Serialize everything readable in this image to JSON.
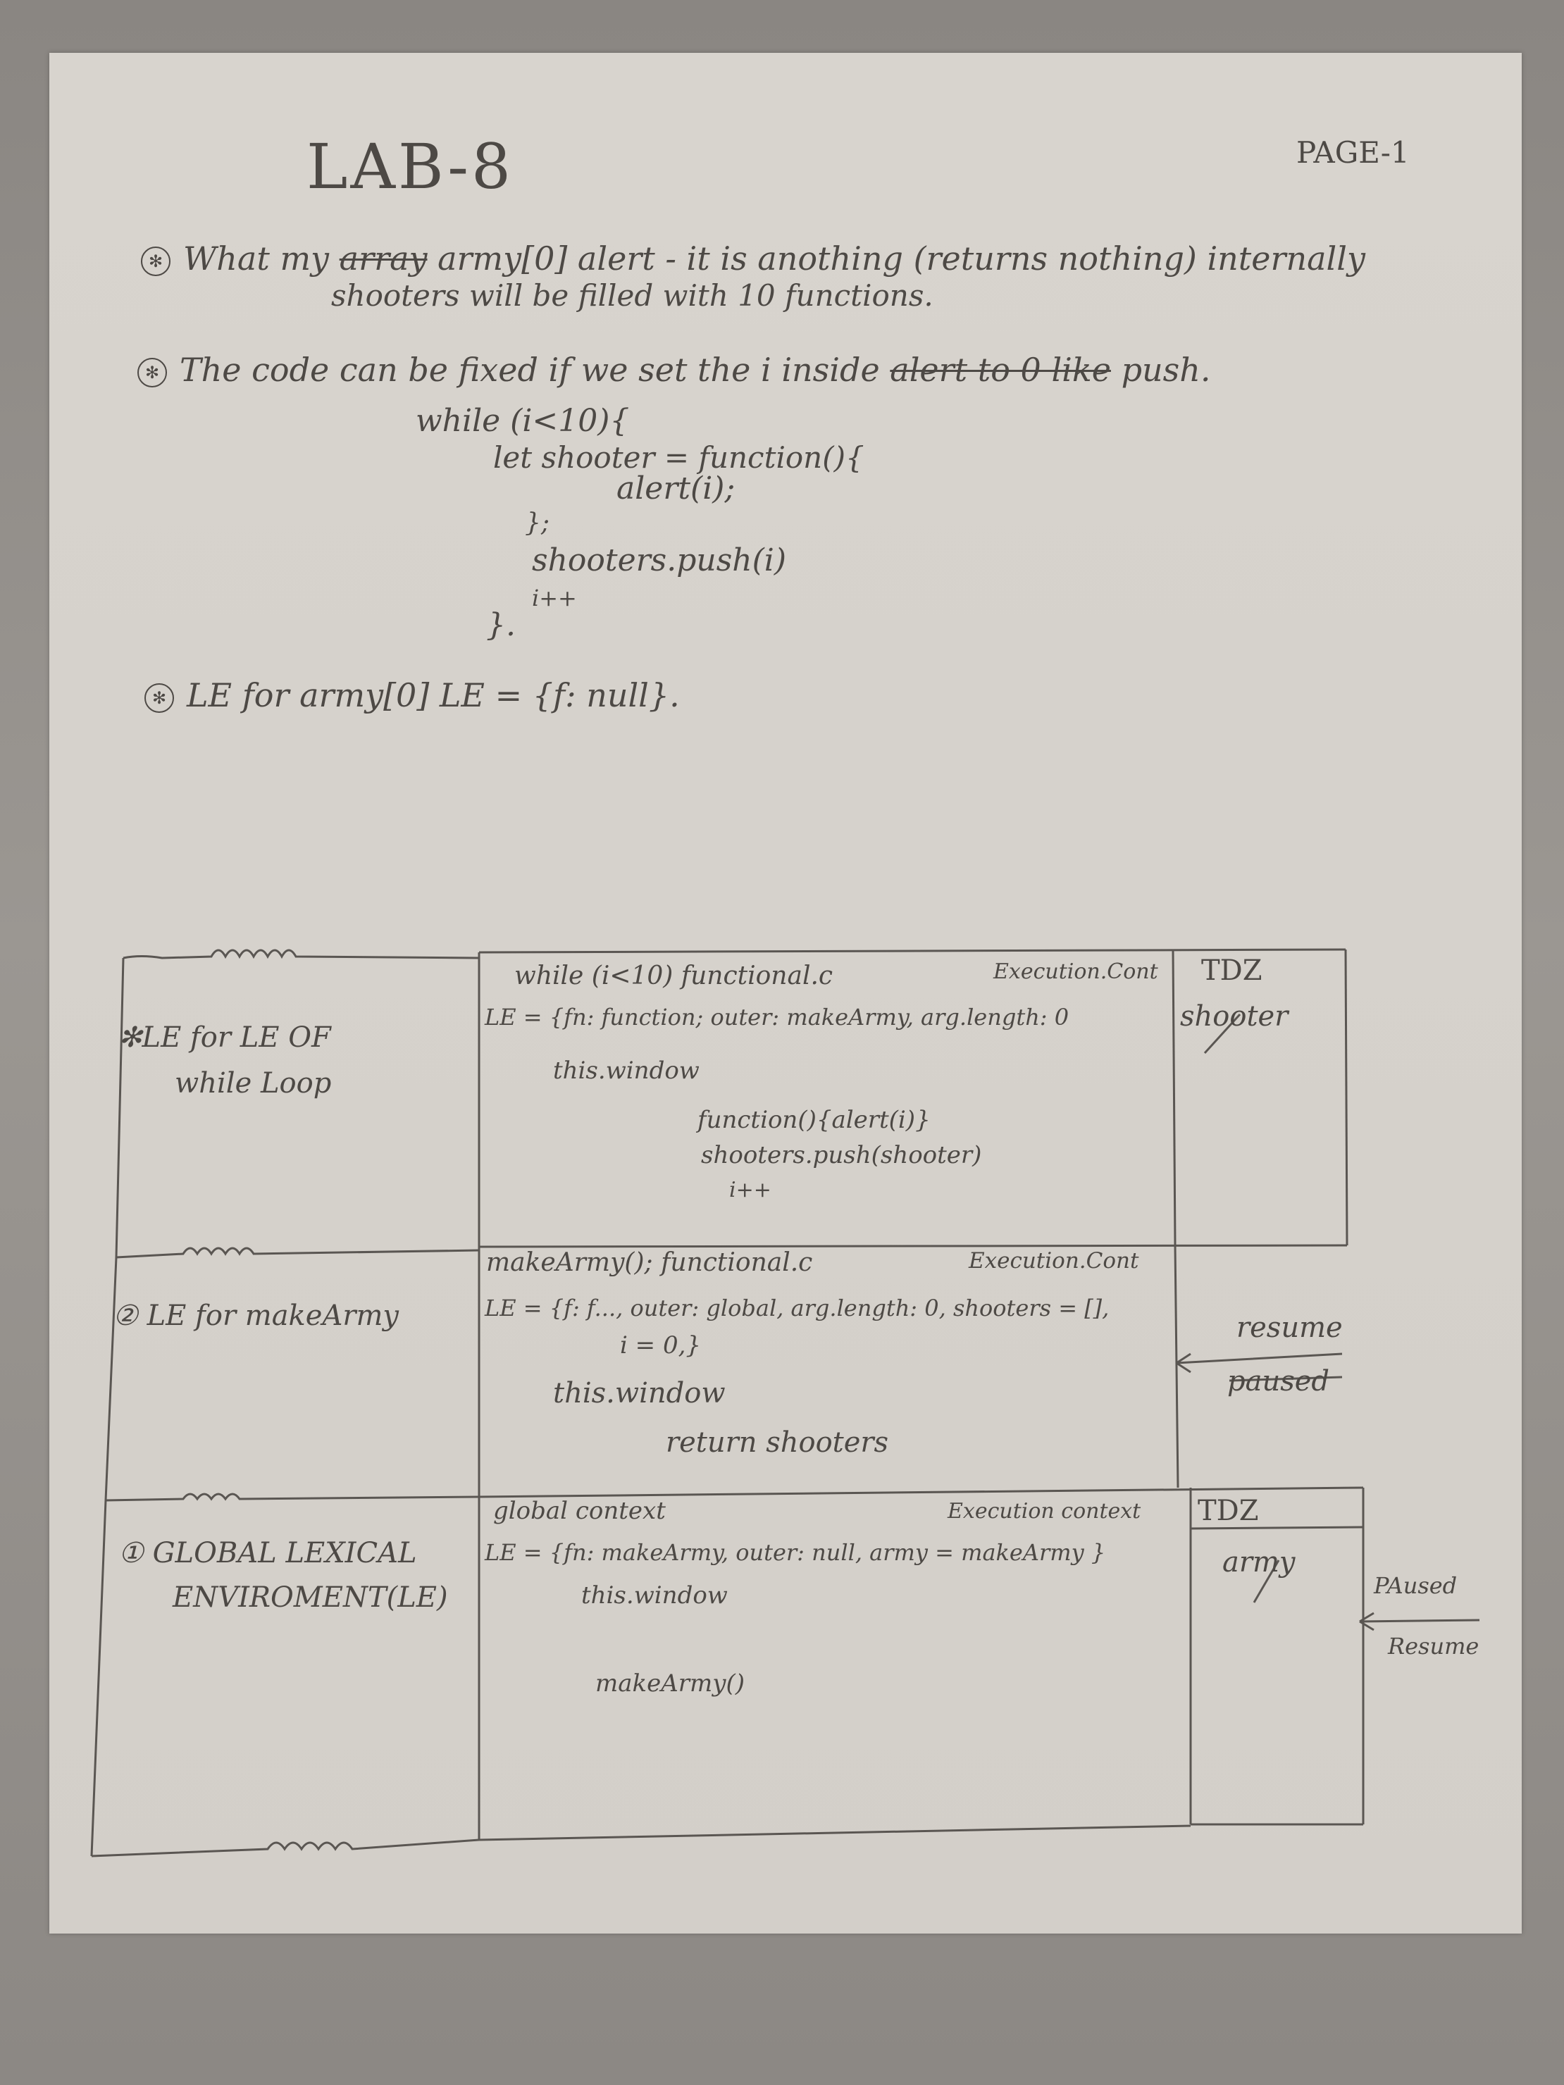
{
  "header": {
    "title": "LAB-8",
    "page": "PAGE-1"
  },
  "questions": [
    {
      "bullet": "✻",
      "line1_prefix": "What my",
      "line1_struck": "array",
      "line1_rest": "army[0] alert - it is anothing (returns nothing) internally",
      "line2": "shooters will be filled with 10 functions."
    },
    {
      "bullet": "✻",
      "line1_prefix": "The code can be fixed if we set the i inside",
      "line1_struck": "alert to 0 like",
      "line1_rest": "push."
    },
    {
      "bullet": "✻",
      "text": "LE for army[0]   LE = {f: null}."
    }
  ],
  "code_fix": [
    "while (i<10){",
    "let shooter = function(){",
    "alert(i);",
    "};",
    "shooters.push(i)",
    "i++",
    "}."
  ],
  "diagram": {
    "rows": [
      {
        "bullet": "✻",
        "label_lines": [
          "LE for LE OF",
          "while Loop"
        ],
        "context_title": "while (i<10) functional.c",
        "context_type": "Execution.Cont",
        "le": "LE = {fn: function; outer: makeArmy, arg.length: 0",
        "this": "this.window",
        "body": [
          "function(){alert(i)}",
          "shooters.push(shooter)",
          "i++"
        ],
        "tdz_label": "TDZ",
        "tdz_value": "shooter",
        "note": ""
      },
      {
        "bullet": "②",
        "label_lines": [
          "LE for makeArmy"
        ],
        "context_title": "makeArmy(); functional.c",
        "context_type": "Execution.Cont",
        "le": "LE = {f: f..., outer: global, arg.length: 0, shooters = [],",
        "le2": "i = 0,}",
        "this": "this.window",
        "body": [
          "return shooters"
        ],
        "tdz_label": "",
        "tdz_value": "",
        "note_top": "resume",
        "note_bottom": "paused"
      },
      {
        "bullet": "①",
        "label_lines": [
          "GLOBAL LEXICAL",
          "ENVIROMENT(LE)"
        ],
        "context_title": "global context",
        "context_type": "Execution context",
        "le": "LE = {fn: makeArmy, outer: null, army = makeArmy }",
        "this": "this.window",
        "body": [
          "makeArmy()"
        ],
        "tdz_label": "TDZ",
        "tdz_value": "army",
        "note_top": "PAused",
        "note_bottom": "Resume"
      }
    ]
  }
}
